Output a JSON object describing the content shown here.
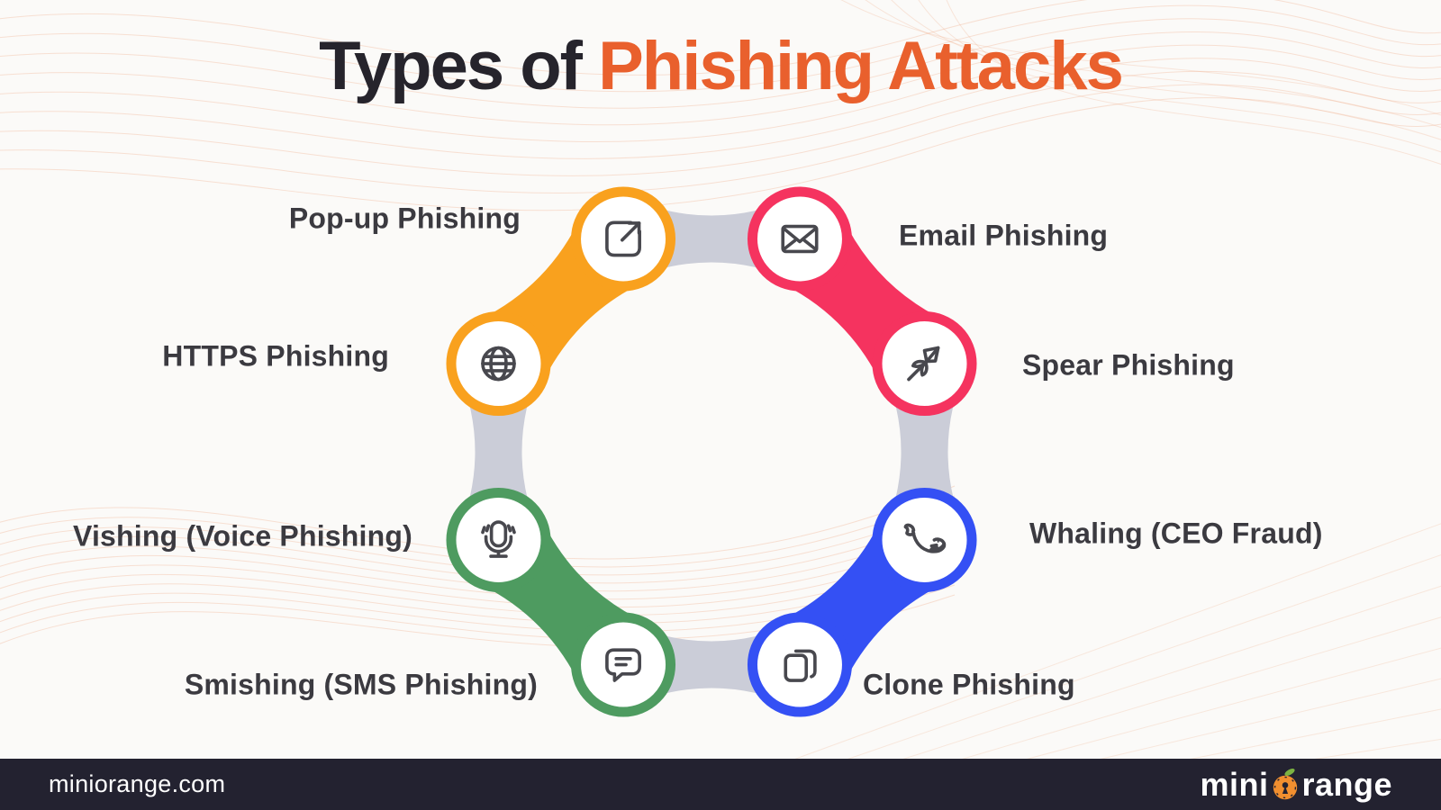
{
  "title": {
    "prefix": "Types of ",
    "highlight": "Phishing Attacks"
  },
  "nodes": [
    {
      "id": "popup",
      "label": "Pop-up Phishing",
      "color_name": "orange",
      "icon": "external-link-icon",
      "angle": 112.5,
      "label_side": "left"
    },
    {
      "id": "email",
      "label": "Email Phishing",
      "color_name": "pink",
      "icon": "envelope-icon",
      "angle": 67.5,
      "label_side": "right"
    },
    {
      "id": "https",
      "label": "HTTPS Phishing",
      "color_name": "orange",
      "icon": "globe-icon",
      "angle": 157.5,
      "label_side": "left"
    },
    {
      "id": "spear",
      "label": "Spear Phishing",
      "color_name": "pink",
      "icon": "spear-icon",
      "angle": 22.5,
      "label_side": "right"
    },
    {
      "id": "vishing",
      "label": "Vishing (Voice Phishing)",
      "color_name": "green",
      "icon": "microphone-icon",
      "angle": 202.5,
      "label_side": "left"
    },
    {
      "id": "whaling",
      "label": "Whaling (CEO Fraud)",
      "color_name": "blue",
      "icon": "whale-icon",
      "angle": 337.5,
      "label_side": "right"
    },
    {
      "id": "smishing",
      "label": "Smishing (SMS Phishing)",
      "color_name": "green",
      "icon": "chat-bubble-icon",
      "angle": 247.5,
      "label_side": "left"
    },
    {
      "id": "clone",
      "label": "Clone Phishing",
      "color_name": "blue",
      "icon": "copy-icon",
      "angle": 292.5,
      "label_side": "right"
    }
  ],
  "pair_links": [
    [
      "popup",
      "https"
    ],
    [
      "email",
      "spear"
    ],
    [
      "vishing",
      "smishing"
    ],
    [
      "whaling",
      "clone"
    ]
  ],
  "gray_links": [
    [
      "popup",
      "email"
    ],
    [
      "https",
      "vishing"
    ],
    [
      "spear",
      "whaling"
    ],
    [
      "smishing",
      "clone"
    ]
  ],
  "colors": {
    "orange": "#F9A11E",
    "pink": "#F5335F",
    "green": "#4E9B60",
    "blue": "#3450F4",
    "connector_gray": "#CBCDD8",
    "title_dark": "#26242C",
    "title_accent": "#E9602D",
    "label_text": "#3B3A40",
    "icon_stroke": "#48484E",
    "background": "#FBFAF8",
    "wave_line": "#EFA37C",
    "footer_bg": "#232230",
    "footer_text": "#FFFFFF",
    "logo_orange": "#F18F2F",
    "logo_leaf": "#7CB342"
  },
  "footer": {
    "website": "miniorange.com",
    "logo": {
      "part1": "mini",
      "part2": "range",
      "icon": "orange-keyhole-icon"
    }
  }
}
